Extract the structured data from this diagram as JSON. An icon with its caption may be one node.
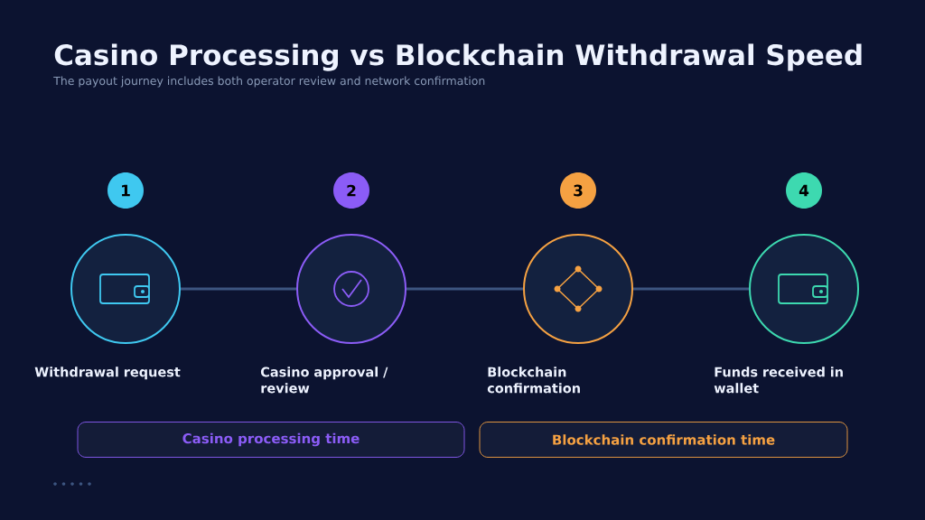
{
  "diagram": {
    "title": "Casino Processing vs Blockchain Withdrawal Speed",
    "caption": "The payout journey includes both operator review and network confirmation",
    "nodes": [
      {
        "text": [
          "1"
        ]
      },
      {
        "text": [
          "2"
        ]
      },
      {
        "text": [
          "3"
        ]
      },
      {
        "text": [
          "4"
        ]
      },
      {
        "text": [],
        "shape": "circle",
        "beside": [
          "Withdrawal request"
        ]
      },
      {
        "text": [],
        "shape": "circle",
        "beside": [
          "Casino approval / review"
        ]
      },
      {
        "text": [],
        "shape": "circle",
        "beside": [
          "Blockchain confirmation"
        ]
      },
      {
        "text": [],
        "shape": "circle",
        "beside": [
          "Funds received in wallet"
        ]
      },
      {
        "text": [
          "Casino processing time"
        ]
      },
      {
        "text": [
          "Blockchain confirmation time"
        ]
      }
    ],
    "edges": [
      {
        "from": 4,
        "to": 5,
        "arrow": "none"
      },
      {
        "from": 5,
        "to": 6,
        "arrow": "none"
      },
      {
        "from": 6,
        "to": 7,
        "arrow": "none"
      }
    ]
  }
}
